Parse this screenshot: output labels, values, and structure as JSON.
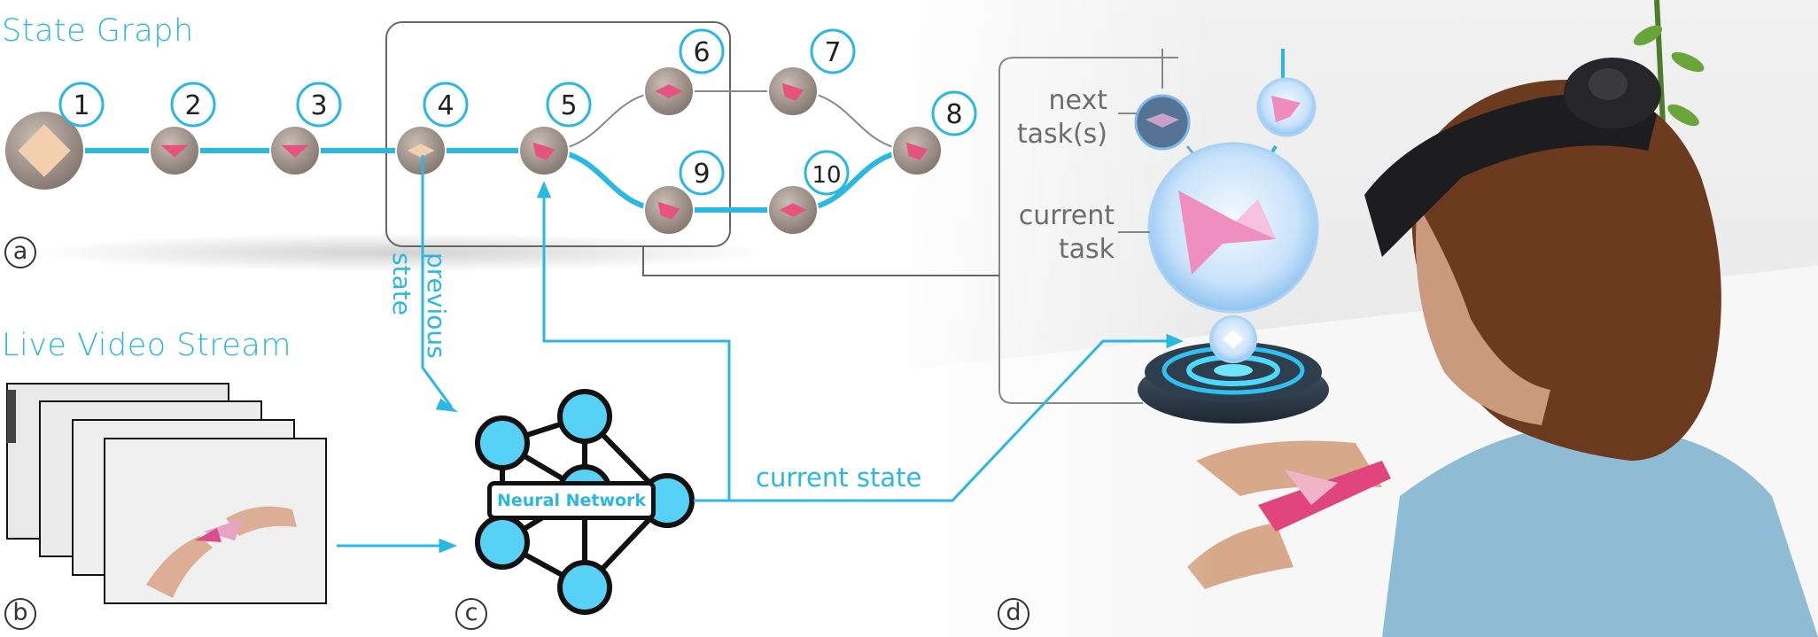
{
  "panel_a": {
    "title": "State Graph",
    "letter": "a",
    "nodes": [
      {
        "id": "1",
        "label": "1"
      },
      {
        "id": "2",
        "label": "2"
      },
      {
        "id": "3",
        "label": "3"
      },
      {
        "id": "4",
        "label": "4"
      },
      {
        "id": "5",
        "label": "5"
      },
      {
        "id": "6",
        "label": "6"
      },
      {
        "id": "7",
        "label": "7"
      },
      {
        "id": "8",
        "label": "8"
      },
      {
        "id": "9",
        "label": "9"
      },
      {
        "id": "10",
        "label": "10"
      }
    ],
    "edges": [
      {
        "from": "1",
        "to": "2",
        "active": true
      },
      {
        "from": "2",
        "to": "3",
        "active": true
      },
      {
        "from": "3",
        "to": "4",
        "active": true
      },
      {
        "from": "4",
        "to": "5",
        "active": true
      },
      {
        "from": "5",
        "to": "6",
        "active": false
      },
      {
        "from": "6",
        "to": "7",
        "active": false
      },
      {
        "from": "7",
        "to": "8",
        "active": false
      },
      {
        "from": "5",
        "to": "9",
        "active": true
      },
      {
        "from": "9",
        "to": "10",
        "active": true
      },
      {
        "from": "10",
        "to": "8",
        "active": true
      }
    ]
  },
  "panel_b": {
    "title": "Live Video Stream",
    "letter": "b"
  },
  "panel_c": {
    "letter": "c",
    "network_label": "Neural Network",
    "previous_state_label_1": "previous",
    "previous_state_label_2": "state",
    "current_state_label": "current state"
  },
  "panel_d": {
    "letter": "d",
    "next_tasks_label_1": "next",
    "next_tasks_label_2": "task(s)",
    "current_task_label_1": "current",
    "current_task_label_2": "task"
  },
  "colors": {
    "accent": "#29b8e2",
    "outline": "#111111",
    "paper_pink": "#e8527f",
    "paper_beige": "#f2cfae",
    "node_bg": "#9a8f88"
  }
}
